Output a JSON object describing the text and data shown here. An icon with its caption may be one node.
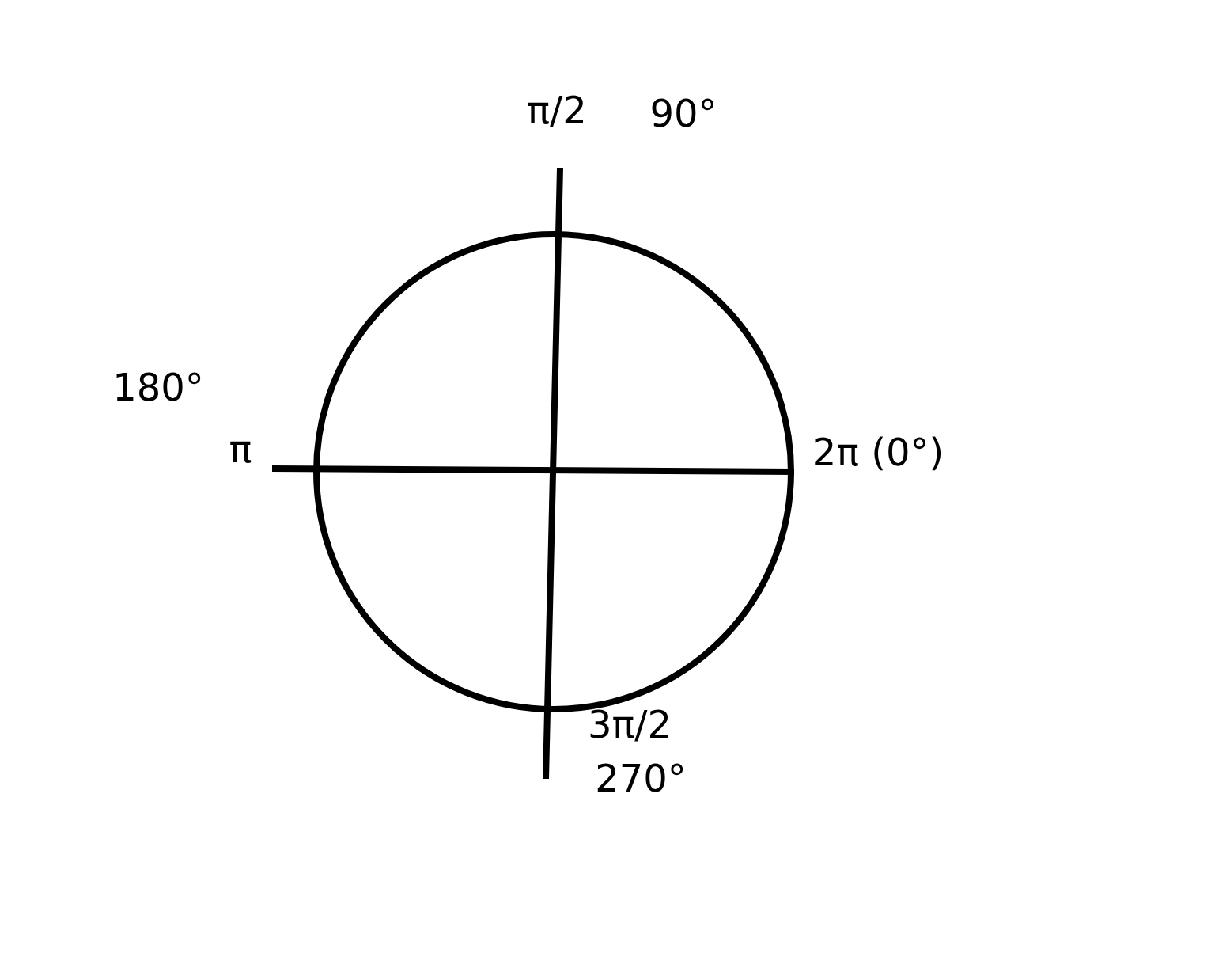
{
  "diagram": {
    "labels": [
      "π/2",
      "90°",
      "180°",
      "π",
      "2π (0°)",
      "3π/2",
      "270°"
    ]
  }
}
